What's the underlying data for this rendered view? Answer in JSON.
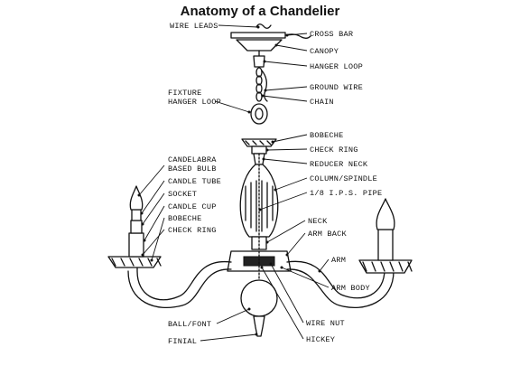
{
  "title": "Anatomy of a Chandelier",
  "labels": {
    "wire_leads": "WIRE LEADS",
    "cross_bar": "CROSS BAR",
    "canopy": "CANOPY",
    "hanger_loop": "HANGER LOOP",
    "ground_wire": "GROUND WIRE",
    "chain": "CHAIN",
    "fixture_hanger_loop_1": "FIXTURE",
    "fixture_hanger_loop_2": "HANGER LOOP",
    "bobeche_top": "BOBECHE",
    "check_ring_top": "CHECK RING",
    "reducer_neck": "REDUCER NECK",
    "column_spindle": "COLUMN/SPINDLE",
    "ips_pipe": "1/8 I.P.S. PIPE",
    "candelabra_bulb_1": "CANDELABRA",
    "candelabra_bulb_2": "BASED BULB",
    "candle_tube": "CANDLE TUBE",
    "socket": "SOCKET",
    "candle_cup": "CANDLE CUP",
    "bobeche_left": "BOBECHE",
    "check_ring_left": "CHECK RING",
    "neck": "NECK",
    "arm_back": "ARM BACK",
    "arm": "ARM",
    "arm_body": "ARM BODY",
    "ball_font": "BALL/FONT",
    "wire_nut": "WIRE NUT",
    "finial": "FINIAL",
    "hickey": "HICKEY"
  }
}
